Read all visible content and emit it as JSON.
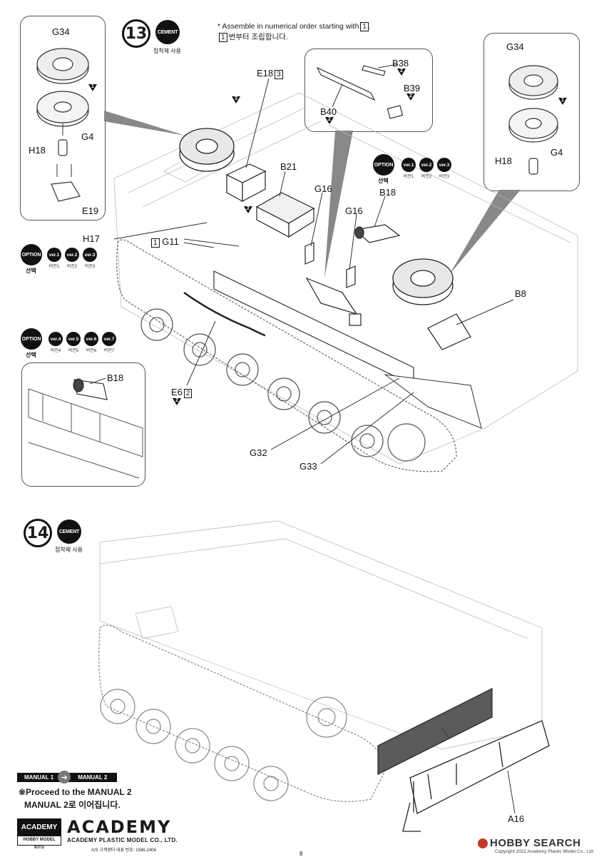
{
  "step13": {
    "number": "13",
    "cement": {
      "label": "CEMENT",
      "sub": "접착제 사용"
    },
    "note_en": "* Assemble in numerical order starting with",
    "note_en_num": "1",
    "note_kr_num": "1",
    "note_kr": "번부터 조립합니다.",
    "labels": {
      "G34_left": "G34",
      "H18_left": "H18",
      "G4_left": "G4",
      "E19": "E19",
      "E18": "E18",
      "E18_num": "3",
      "B21": "B21",
      "G16_a": "G16",
      "G16_b": "G16",
      "B18_top": "B18",
      "B38": "B38",
      "B39": "B39",
      "B40": "B40",
      "G34_right": "G34",
      "H18_right": "H18",
      "G4_right": "G4",
      "H17": "H17",
      "G11_num": "1",
      "G11": "G11",
      "B8": "B8",
      "E6": "E6",
      "E6_num": "2",
      "B18_inset": "B18",
      "G32": "G32",
      "G33": "G33"
    },
    "seq_markers": {
      "m1_left": "1",
      "m1_right": "1",
      "m3": "3",
      "m2_g11": "2",
      "m2_b38": "2",
      "m2_b39": "2",
      "m2_b40": "2",
      "m2_e6": "2"
    },
    "option_a": {
      "label": "OPTION",
      "sub": "선택",
      "versions": [
        {
          "label": "ver.1",
          "sub": "버전1"
        },
        {
          "label": "ver.2",
          "sub": "버전2"
        },
        {
          "label": "ver.3",
          "sub": "버전3"
        }
      ]
    },
    "option_b": {
      "label": "OPTION",
      "sub": "선택",
      "versions": [
        {
          "label": "ver.1",
          "sub": "버전1"
        },
        {
          "label": "ver.2",
          "sub": "버전2"
        },
        {
          "label": "ver.3",
          "sub": "버전3"
        }
      ]
    },
    "option_c": {
      "label": "OPTION",
      "sub": "선택",
      "versions": [
        {
          "label": "ver.4",
          "sub": "버전4"
        },
        {
          "label": "ver.5",
          "sub": "버전5"
        },
        {
          "label": "ver.6",
          "sub": "버전6"
        },
        {
          "label": "ver.7",
          "sub": "버전7"
        }
      ]
    }
  },
  "step14": {
    "number": "14",
    "cement": {
      "label": "CEMENT",
      "sub": "접착제 사용"
    },
    "labels": {
      "A16": "A16"
    }
  },
  "footer": {
    "manual_from": "MANUAL 1",
    "manual_to": "MANUAL 2",
    "proceed_en": "※Proceed to the MANUAL 2",
    "proceed_kr": "MANUAL 2로 이어집니다.",
    "badge_top": "ACADEMY",
    "badge_bottom": "HOBBY MODEL KITS",
    "brand": "ACADEMY",
    "company": "ACADEMY PLASTIC MODEL CO., LTD.",
    "service": "A/S 고객센터 대표 번호: 1588-2406",
    "page_number": "8",
    "watermark": "HOBBY SEARCH",
    "copyright": "Copyright 2022 Academy Plastic Model Co., Ltd."
  }
}
